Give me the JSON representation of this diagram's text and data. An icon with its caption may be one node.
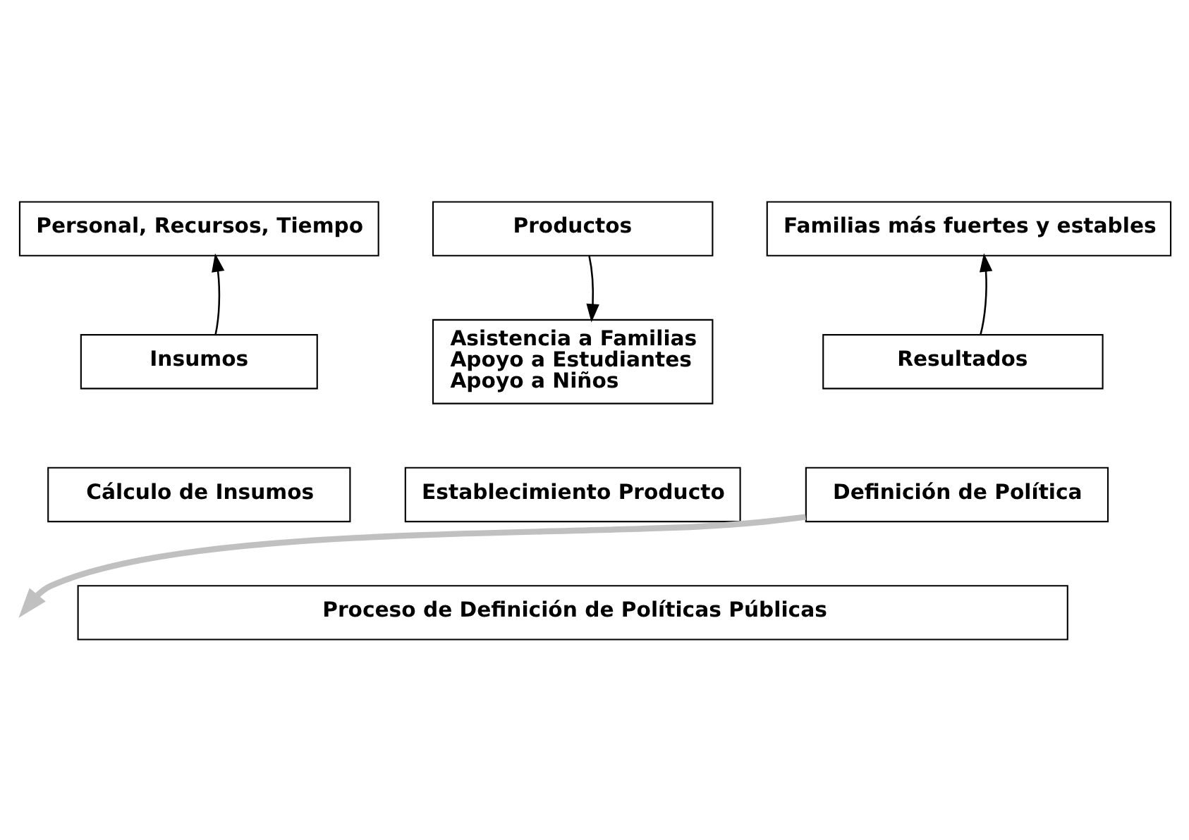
{
  "diagram": {
    "nodes": [
      {
        "text": [
          "Personal, Recursos, Tiempo"
        ]
      },
      {
        "text": [
          "Productos"
        ]
      },
      {
        "text": [
          "Familias más fuertes y estables"
        ]
      },
      {
        "text": [
          "Insumos"
        ]
      },
      {
        "text": [
          "Asistencia a Familias",
          "Apoyo a Estudiantes",
          "Apoyo a Niños"
        ]
      },
      {
        "text": [
          "Resultados"
        ]
      },
      {
        "text": [
          "Cálculo de Insumos"
        ]
      },
      {
        "text": [
          "Establecimiento Producto"
        ]
      },
      {
        "text": [
          "Definición de Política"
        ]
      },
      {
        "text": [
          "Proceso de Definición de Políticas Públicas"
        ]
      }
    ],
    "edges": [
      {
        "from": 3,
        "to": 0,
        "arrow": "to"
      },
      {
        "from": 1,
        "to": 4,
        "arrow": "to"
      },
      {
        "from": 5,
        "to": 2,
        "arrow": "to"
      },
      {
        "from": 8,
        "to": null,
        "arrow": "to",
        "style": "thick",
        "color": "#c0c0c0"
      }
    ]
  }
}
